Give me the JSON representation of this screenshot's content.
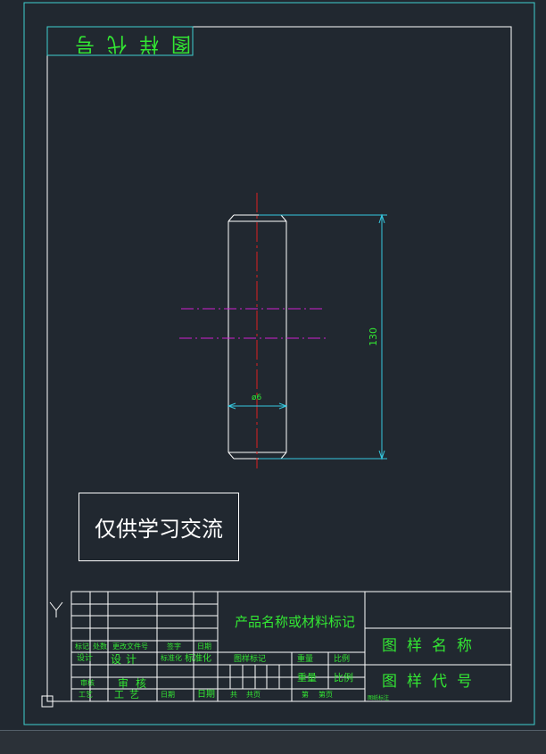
{
  "colors": {
    "background": "#212830",
    "frame": "#ffffff",
    "outer_frame": "#3fd0d0",
    "green_text": "#33e633",
    "center_line": "#e02020",
    "hidden_line": "#d020d0",
    "dimension": "#35c8e0"
  },
  "corner_box": {
    "text": "图样代号"
  },
  "watermark": {
    "text": "仅供学习交流"
  },
  "dimensions": {
    "length": "130",
    "diameter": "ø6"
  },
  "ucs_icon": {
    "axis_label": "Y"
  },
  "title_block": {
    "product_name": "产品名称或材料标记",
    "drawing_name": "图样名称",
    "drawing_code": "图样代号",
    "cells": {
      "mark": "标记",
      "count": "处数",
      "change_doc": "更改文件号",
      "signature": "签字",
      "date": "日期",
      "design": "设计",
      "design_value": "设计",
      "standardize_label": "标准化",
      "standardize": "标准化",
      "sample_mark": "图样标记",
      "weight": "重量",
      "ratio": "比例",
      "weight2": "重量",
      "ratio2": "比例",
      "review": "审核",
      "review_value": "审核",
      "process": "工艺",
      "process_value": "工艺",
      "date_label": "日期",
      "date_value": "日期",
      "total_prefix": "共",
      "total": "共页",
      "page_prefix": "第",
      "page": "第页",
      "footnote": "图纸标注"
    }
  }
}
